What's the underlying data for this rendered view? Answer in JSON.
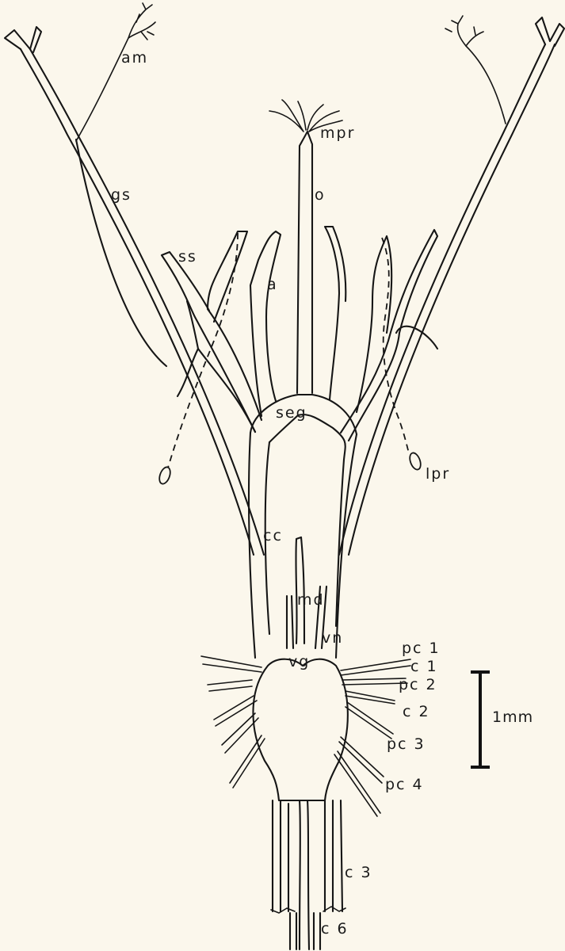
{
  "labels": {
    "am": "am",
    "mpr": "mpr",
    "gs": "gs",
    "o": "o",
    "ss": "ss",
    "a": "a",
    "seg": "seg",
    "lpr": "lpr",
    "cc": "cc",
    "md": "md",
    "vn": "vn",
    "vg": "vg",
    "pc1": "pc 1",
    "c1": "c 1",
    "pc2": "pc 2",
    "c2": "c 2",
    "pc3": "pc 3",
    "pc4": "pc 4",
    "c3": "c 3",
    "c6": "c 6"
  },
  "scale_bar": {
    "label": "1mm"
  },
  "colors": {
    "ink": "#161616",
    "paper": "#fbf7ec"
  }
}
